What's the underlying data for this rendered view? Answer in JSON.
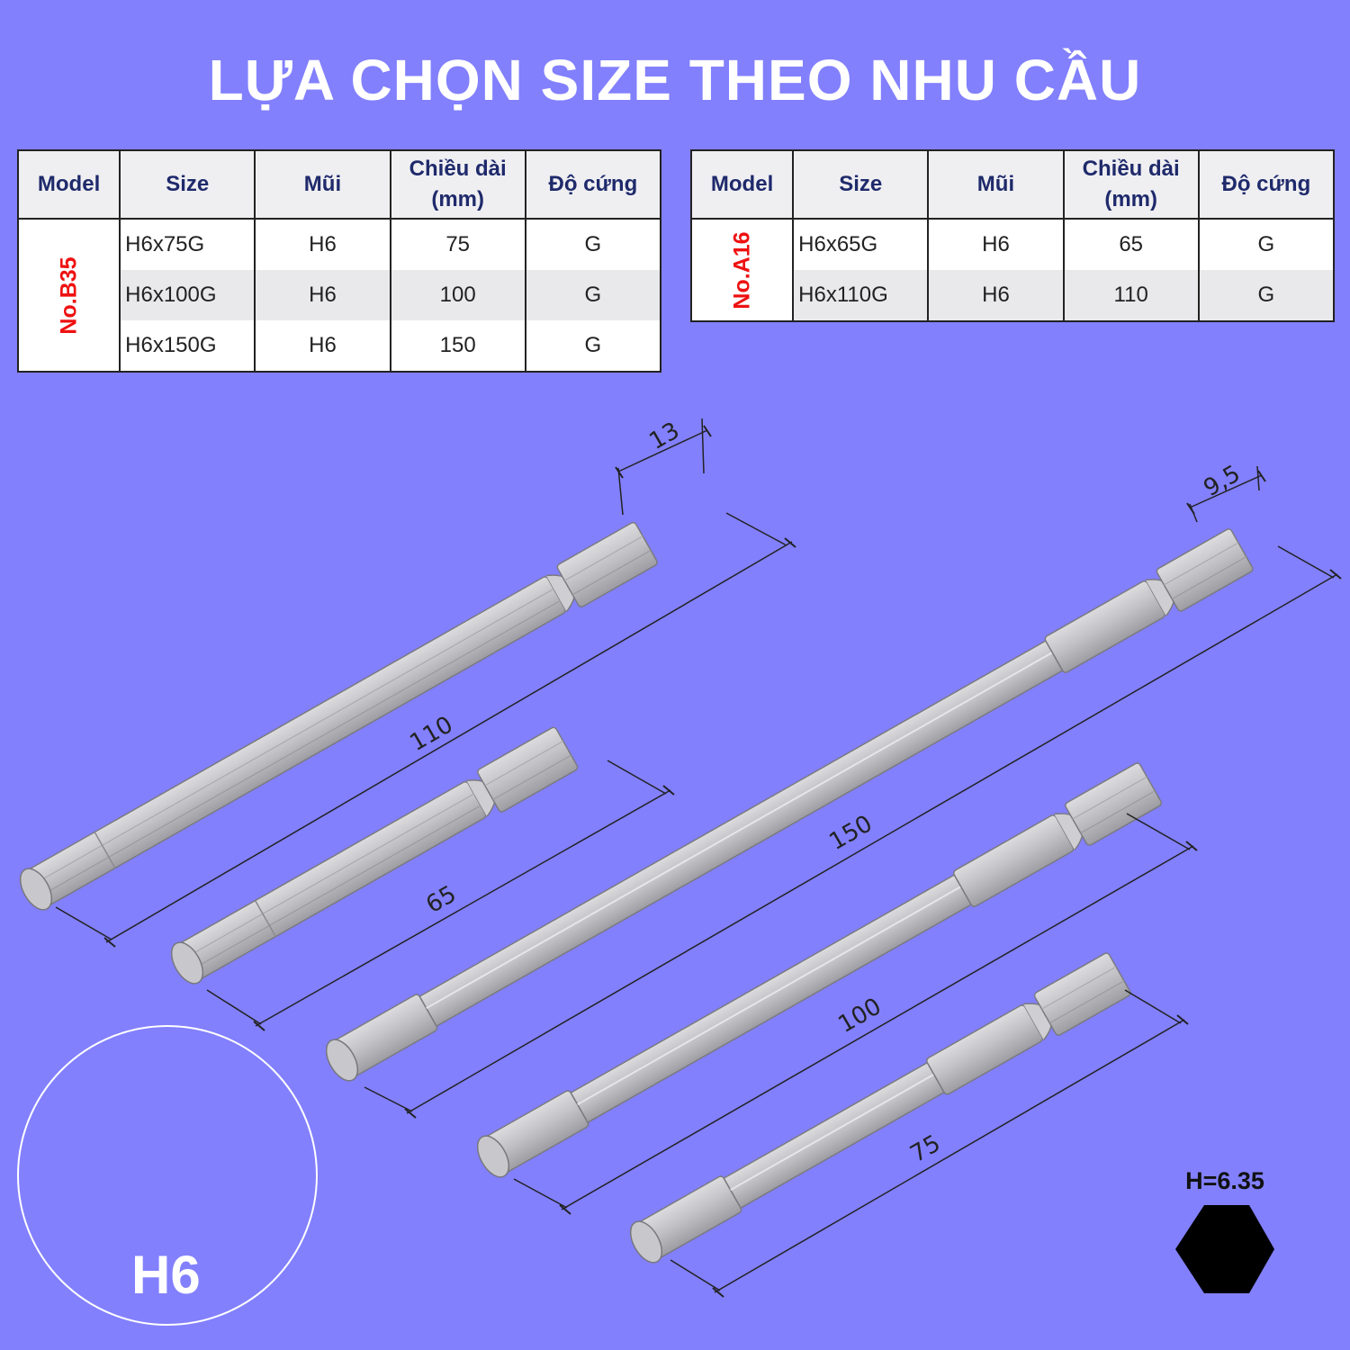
{
  "title": "LỰA CHỌN SIZE THEO NHU CẦU",
  "headers": [
    "Model",
    "Size",
    "Mũi",
    "Chiều dài\n(mm)",
    "Độ cứng"
  ],
  "tables": [
    {
      "model": "No.B35",
      "rows": [
        {
          "size": "H6x75G",
          "tip": "H6",
          "length": "75",
          "hardness": "G"
        },
        {
          "size": "H6x100G",
          "tip": "H6",
          "length": "100",
          "hardness": "G"
        },
        {
          "size": "H6x150G",
          "tip": "H6",
          "length": "150",
          "hardness": "G"
        }
      ]
    },
    {
      "model": "No.A16",
      "rows": [
        {
          "size": "H6x65G",
          "tip": "H6",
          "length": "65",
          "hardness": "G"
        },
        {
          "size": "H6x110G",
          "tip": "H6",
          "length": "110",
          "hardness": "G"
        }
      ]
    }
  ],
  "dimensions": {
    "bit_110": "110",
    "bit_65": "65",
    "bit_150": "150",
    "bit_100": "100",
    "bit_75": "75",
    "hex_end_small": "13",
    "hex_end_large": "9,5"
  },
  "hex_size_label": "H=6.35",
  "tip_label": "H6",
  "colors": {
    "background": "#8280fd",
    "header_text": "#1f2a6b",
    "model_text": "#ee1111",
    "bit_metal": "#b9b9bd"
  }
}
